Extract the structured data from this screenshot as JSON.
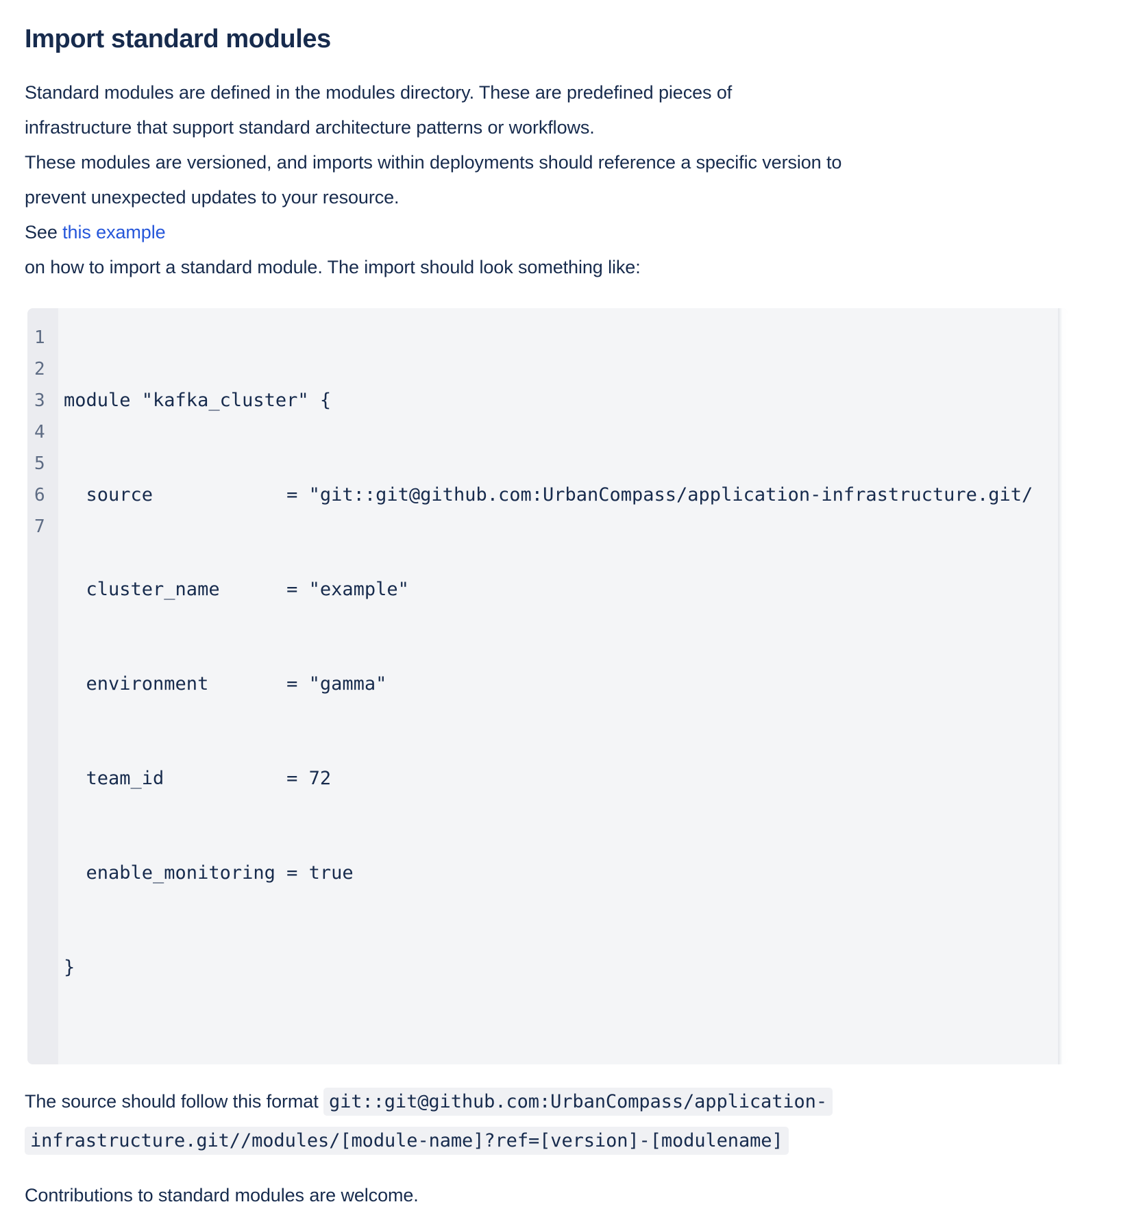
{
  "colors": {
    "text": "#172b4d",
    "link": "#2556da",
    "code_bg": "#f4f5f7",
    "gutter_bg": "#ebecf0",
    "line_number": "#5e6c84",
    "inline_code_bg": "#f0f1f4",
    "page_bg": "#ffffff"
  },
  "heading": "Import standard modules",
  "intro": {
    "line1": "Standard modules are defined in the modules directory. These are predefined pieces of",
    "line2": "infrastructure that support standard architecture patterns or workflows.",
    "line3": "These modules are versioned, and imports within deployments should reference a specific version to",
    "line4": "prevent unexpected updates to your resource.",
    "see_prefix": "See ",
    "link_label": "this example",
    "line6": "on how to import a standard module. The import should look something like:"
  },
  "code_block": {
    "line_numbers": [
      "1",
      "2",
      "3",
      "4",
      "5",
      "6",
      "7"
    ],
    "lines": [
      "module \"kafka_cluster\" {",
      "  source            = \"git::git@github.com:UrbanCompass/application-infrastructure.git/",
      "  cluster_name      = \"example\"",
      "  environment       = \"gamma\"",
      "  team_id           = 72",
      "  enable_monitoring = true",
      "}"
    ]
  },
  "source_format": {
    "text_before": "The source should follow this format ",
    "code_line1": "git::git@github.com:UrbanCompass/application-",
    "code_line2": "infrastructure.git//modules/[module-name]?ref=[version]-[modulename]"
  },
  "outro": "Contributions to standard modules are welcome."
}
